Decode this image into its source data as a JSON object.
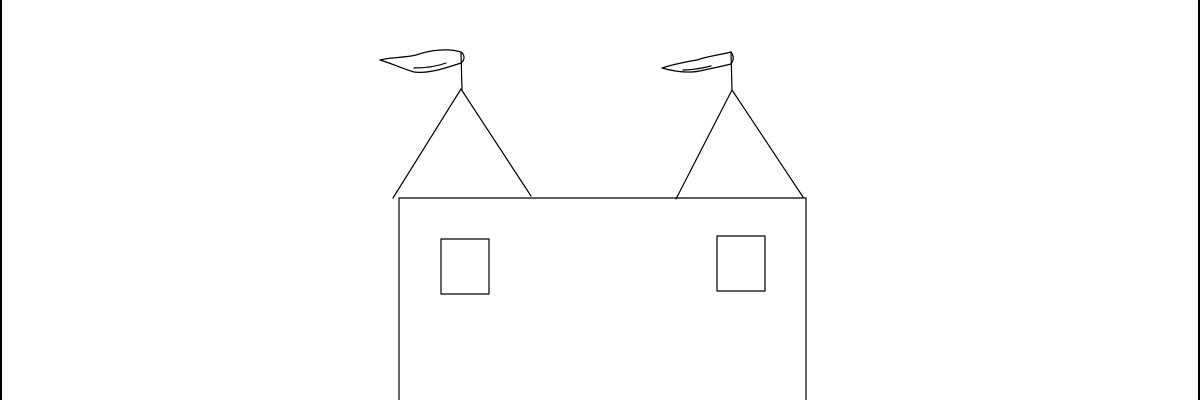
{
  "drawing": {
    "subject": "castle-sketch",
    "stroke_color": "#000000",
    "background_color": "#ffffff",
    "elements": [
      "left-flag",
      "right-flag",
      "left-tower-roof",
      "right-tower-roof",
      "castle-wall",
      "left-window",
      "right-window"
    ]
  }
}
